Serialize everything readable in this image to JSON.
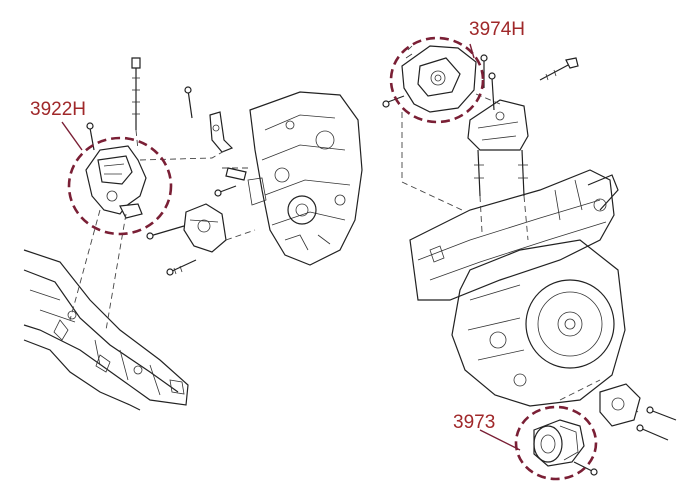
{
  "callouts": {
    "left_mount": "3922H",
    "top_mount": "3974H",
    "rear_mount": "3973"
  },
  "colors": {
    "callout": "#a0282a",
    "highlight_circle": "#7a1f35",
    "linework": "#222222"
  }
}
